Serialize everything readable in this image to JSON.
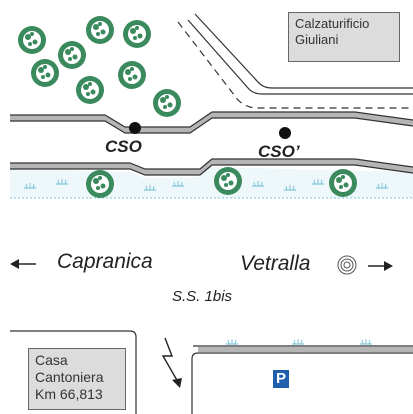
{
  "labels": {
    "factory_line1": "Calzaturificio",
    "factory_line2": "Giuliani",
    "cso_1": "CSO",
    "cso_2": "CSO’",
    "town_left": "Capranica",
    "town_right": "Vetralla",
    "road_name": "S.S. 1bis",
    "house_line1": "Casa",
    "house_line2": "Cantoniera",
    "house_line3": "Km 66,813",
    "parking": "P"
  },
  "icons": {
    "tree": "tree-icon",
    "point": "measurement-point-icon",
    "arrow_left": "arrow-left-icon",
    "arrow_right": "arrow-right-icon",
    "north": "north-arrow-icon",
    "target": "concentric-circle-icon",
    "parking": "parking-icon",
    "marsh": "marsh-symbol-icon"
  },
  "colors": {
    "tree": "#3a8a5e",
    "tree_light": "#ffffff",
    "road_fill": "#b5b5b5",
    "line": "#333333",
    "marsh": "#7ec4d8",
    "marsh_fill": "#eef8fb",
    "box_fill": "#dcdcdc",
    "parking": "#1f5fae"
  }
}
